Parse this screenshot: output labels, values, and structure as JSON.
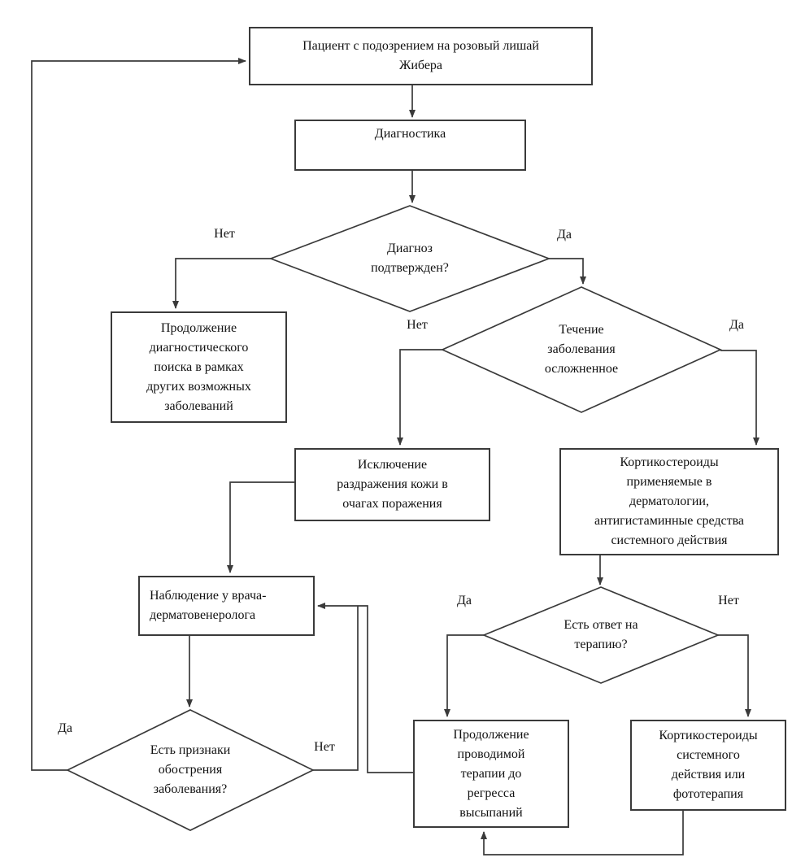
{
  "diagram": {
    "kind": "clinical-flowchart",
    "language": "ru",
    "colors": {
      "background": "#ffffff",
      "line": "#3a3a3a",
      "text": "#111111"
    },
    "nodes": {
      "patient": {
        "label": "Пациент с подозрением на розовый лишай\nЖибера"
      },
      "diagnostics": {
        "label": "Диагностика"
      },
      "diag_search": {
        "label": "Продолжение\nдиагностического\nпоиска в рамках\nдругих возможных\nзаболеваний"
      },
      "exclusion": {
        "label": "Исключение\nраздражения кожи в\nочагах поражения"
      },
      "cortico_derm": {
        "label": "Кортикостероиды\nприменяемые в\nдерматологии,\nантигистаминные средства\nсистемного действия"
      },
      "observation": {
        "label": "Наблюдение у врача-\nдерматовенеролога"
      },
      "continue_therapy": {
        "label": "Продолжение\nпроводимой\nтерапии до\nрегресса\nвысыпаний"
      },
      "cortico_systemic": {
        "label": "Кортикостероиды\nсистемного\nдействия или\nфототерапия"
      }
    },
    "decisions": {
      "diagnosis_confirmed": {
        "label": "Диагноз\nподтвержден?"
      },
      "course_complicated": {
        "label": "Течение\nзаболевания\nосложненное"
      },
      "therapy_response": {
        "label": "Есть ответ на\nтерапию?"
      },
      "exacerbation_signs": {
        "label": "Есть признаки\nобострения\nзаболевания?"
      }
    },
    "branch_labels": {
      "yes": "Да",
      "no": "Нет"
    }
  }
}
